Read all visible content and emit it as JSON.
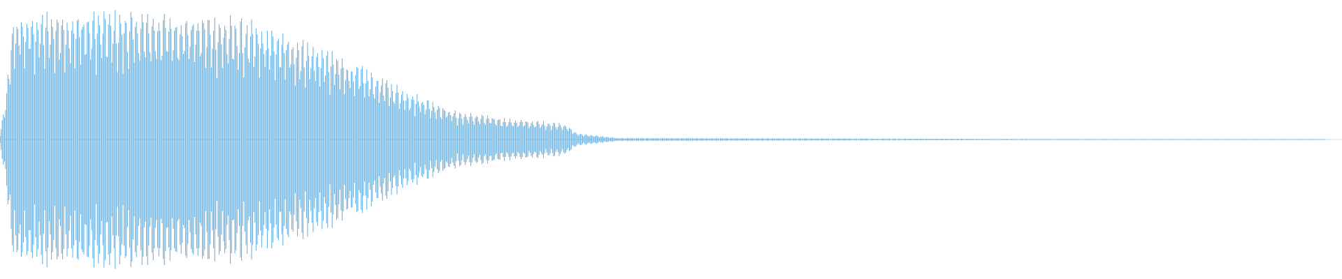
{
  "waveform": {
    "color": "#5dade2",
    "background": "#ffffff",
    "envelope_profile": [
      {
        "t": 0.0,
        "peak": 0.05
      },
      {
        "t": 0.004,
        "peak": 0.3
      },
      {
        "t": 0.01,
        "peak": 0.98
      },
      {
        "t": 0.05,
        "peak": 1.0
      },
      {
        "t": 0.15,
        "peak": 0.99
      },
      {
        "t": 0.18,
        "peak": 0.93
      },
      {
        "t": 0.22,
        "peak": 0.8
      },
      {
        "t": 0.26,
        "peak": 0.62
      },
      {
        "t": 0.3,
        "peak": 0.4
      },
      {
        "t": 0.34,
        "peak": 0.22
      },
      {
        "t": 0.38,
        "peak": 0.16
      },
      {
        "t": 0.42,
        "peak": 0.13
      },
      {
        "t": 0.43,
        "peak": 0.05
      },
      {
        "t": 0.46,
        "peak": 0.012
      },
      {
        "t": 0.78,
        "peak": 0.004
      },
      {
        "t": 0.95,
        "peak": 0.002
      },
      {
        "t": 1.0,
        "peak": 0.0
      }
    ]
  }
}
